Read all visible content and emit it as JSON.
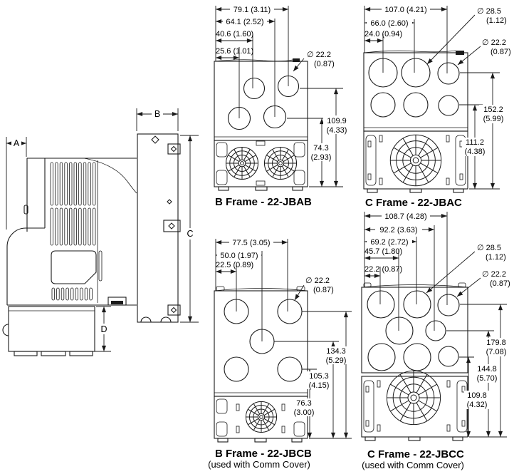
{
  "side_view": {
    "dim_a": "A",
    "dim_b": "B",
    "dim_c": "C",
    "dim_d": "D"
  },
  "jbab": {
    "caption": "B Frame - 22-JBAB",
    "w1": "79.1 (3.11)",
    "w2": "64.1 (2.52)",
    "w3": "40.6 (1.60)",
    "w4": "25.6 (1.01)",
    "dia_mm": "∅ 22.2",
    "dia_in": "(0.87)",
    "h1_mm": "109.9",
    "h1_in": "(4.33)",
    "h2_mm": "74.3",
    "h2_in": "(2.93)"
  },
  "jbac": {
    "caption": "C Frame - 22-JBAC",
    "w1": "107.0 (4.21)",
    "w2": "66.0 (2.60)",
    "w3": "24.0 (0.94)",
    "dia1_mm": "∅ 28.5",
    "dia1_in": "(1.12)",
    "dia2_mm": "∅ 22.2",
    "dia2_in": "(0.87)",
    "h1_mm": "152.2",
    "h1_in": "(5.99)",
    "h2_mm": "111.2",
    "h2_in": "(4.38)"
  },
  "jbcb": {
    "caption": "B Frame - 22-JBCB",
    "subcaption": "(used with Comm Cover)",
    "w1": "77.5 (3.05)",
    "w2": "50.0 (1.97)",
    "w3": "22.5 (0.89)",
    "dia_mm": "∅ 22.2",
    "dia_in": "(0.87)",
    "h1_mm": "134.3",
    "h1_in": "(5.29)",
    "h2_mm": "105.3",
    "h2_in": "(4.15)",
    "h3_mm": "76.3",
    "h3_in": "(3.00)"
  },
  "jbcc": {
    "caption": "C Frame - 22-JBCC",
    "subcaption": "(used with Comm Cover)",
    "w1": "108.7 (4.28)",
    "w2": "92.2 (3.63)",
    "w3": "69.2 (2.72)",
    "w4": "45.7 (1.80)",
    "w5": "22.2 (0.87)",
    "dia1_mm": "∅ 28.5",
    "dia1_in": "(1.12)",
    "dia2_mm": "∅ 22.2",
    "dia2_in": "(0.87)",
    "h1_mm": "179.8",
    "h1_in": "(7.08)",
    "h2_mm": "144.8",
    "h2_in": "(5.70)",
    "h3_mm": "109.8",
    "h3_in": "(4.32)"
  }
}
